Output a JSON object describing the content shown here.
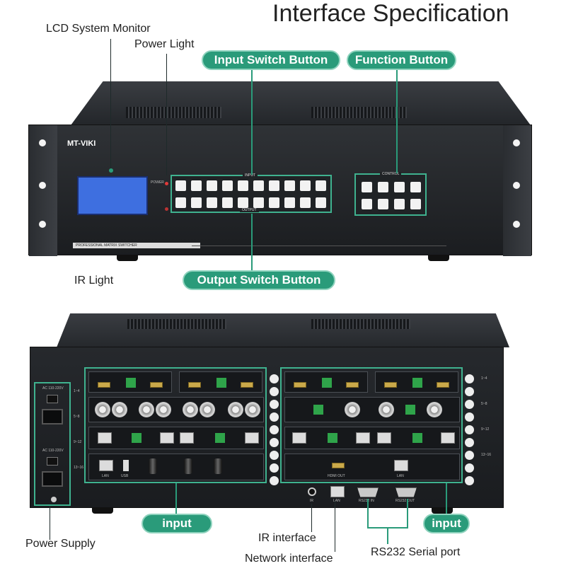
{
  "title": "Interface Specification",
  "front_labels": {
    "lcd_monitor": "LCD System Monitor",
    "power_light": "Power Light",
    "input_switch": "Input Switch Button",
    "function_button": "Function Button",
    "output_switch": "Output Switch Button",
    "ir_light": "IR Light"
  },
  "front_panel": {
    "brand": "MT-VIKI",
    "strip_text": "PROFESSIONAL MATRIX SWITCHER",
    "input_tag": "INPUT",
    "output_tag": "OUTPUT",
    "control_tag": "CONTROL",
    "power_tag": "POWER"
  },
  "back_labels": {
    "input_left": "input",
    "input_right": "input",
    "power_supply": "Power Supply",
    "ir_interface": "IR interface",
    "network_interface": "Network interface",
    "rs232": "RS232 Serial port"
  },
  "back_panel": {
    "ac_label_1": "AC 110-220V",
    "ac_label_2": "AC 110-220V",
    "lan_left": "LAN",
    "usb": "USB",
    "hdmi_out": "HDMI OUT",
    "lan_right": "LAN",
    "ir": "IR",
    "lan_center": "LAN",
    "rs232_in": "RS232 IN",
    "rs232_out": "RS232 OUT",
    "slot_left": [
      "1~4",
      "5~8",
      "9~12",
      "13~16"
    ],
    "slot_right": [
      "1~4",
      "5~8",
      "9~12",
      "13~16"
    ]
  },
  "colors": {
    "accent": "#2a9b7a",
    "lcd": "#3e6fe0",
    "chassis": "#23262a"
  }
}
